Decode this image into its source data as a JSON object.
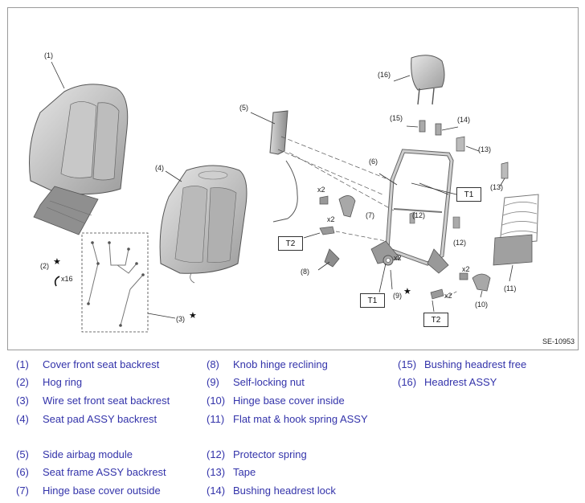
{
  "figure": {
    "code": "SE-10953",
    "callouts": [
      "(1)",
      "(2)",
      "(3)",
      "(4)",
      "(5)",
      "(6)",
      "(7)",
      "(8)",
      "(9)",
      "(10)",
      "(11)",
      "(12)",
      "(12)",
      "(13)",
      "(13)",
      "(14)",
      "(15)",
      "(16)"
    ],
    "torque_labels": [
      "T1",
      "T1",
      "T2",
      "T2"
    ],
    "quantity_labels": [
      "x16",
      "x2",
      "x2",
      "x2",
      "x2",
      "x2"
    ],
    "star": "★"
  },
  "legend": {
    "col1": [
      {
        "num": "(1)",
        "text": "Cover front seat backrest"
      },
      {
        "num": "(2)",
        "text": "Hog ring"
      },
      {
        "num": "(3)",
        "text": "Wire set front seat backrest"
      },
      {
        "num": "(4)",
        "text": "Seat pad ASSY backrest"
      },
      {
        "num": "(5)",
        "text": "Side airbag module"
      },
      {
        "num": "(6)",
        "text": "Seat frame ASSY backrest"
      },
      {
        "num": "(7)",
        "text": "Hinge base cover outside"
      }
    ],
    "col2": [
      {
        "num": "(8)",
        "text": "Knob hinge reclining"
      },
      {
        "num": "(9)",
        "text": "Self-locking nut"
      },
      {
        "num": "(10)",
        "text": "Hinge base cover inside"
      },
      {
        "num": "(11)",
        "text": "Flat mat & hook spring ASSY"
      },
      {
        "num": "(12)",
        "text": "Protector spring"
      },
      {
        "num": "(13)",
        "text": "Tape"
      },
      {
        "num": "(14)",
        "text": "Bushing headrest lock"
      }
    ],
    "col3": [
      {
        "num": "(15)",
        "text": "Bushing headrest free"
      },
      {
        "num": "(16)",
        "text": "Headrest ASSY"
      }
    ]
  }
}
